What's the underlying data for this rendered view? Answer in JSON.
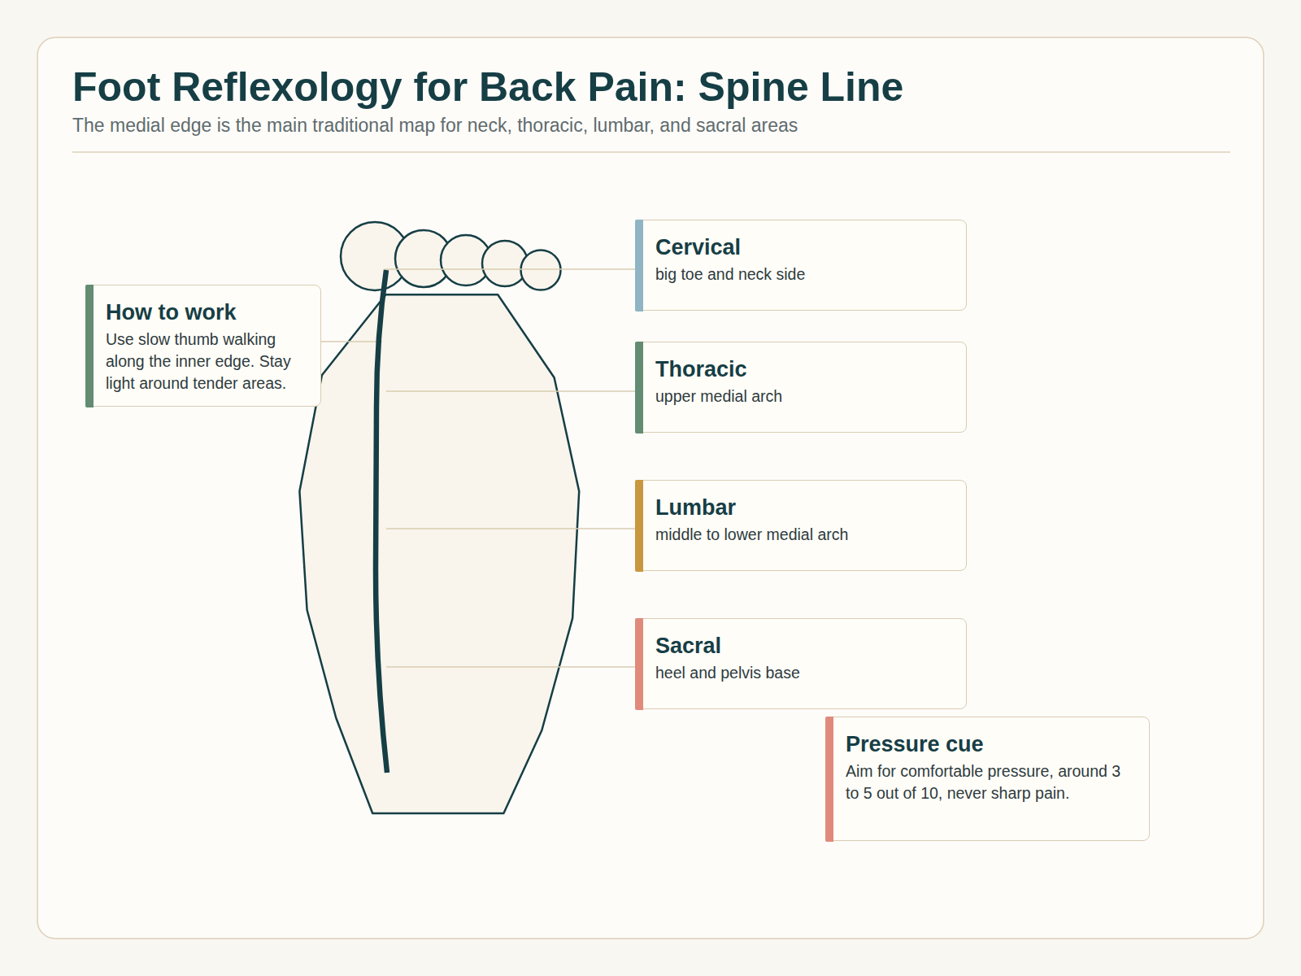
{
  "diagram": {
    "title": "Foot Reflexology for Back Pain: Spine Line",
    "caption": "The medial edge is the main traditional map for neck, thoracic, lumbar, and sacral areas",
    "nodes": [
      {
        "text": [
          "Cervical",
          "big toe and neck side"
        ]
      },
      {
        "text": [
          "How to work",
          "Use slow thumb walking along the inner edge. Stay light around tender areas."
        ]
      },
      {
        "text": [
          "Thoracic",
          "upper medial arch"
        ]
      },
      {
        "text": [
          "Lumbar",
          "middle to lower medial arch"
        ]
      },
      {
        "text": [
          "Sacral",
          "heel and pelvis base"
        ]
      },
      {
        "text": [
          "Pressure cue",
          "Aim for comfortable pressure, around 3 to 5 out of 10, never sharp pain."
        ]
      }
    ]
  }
}
